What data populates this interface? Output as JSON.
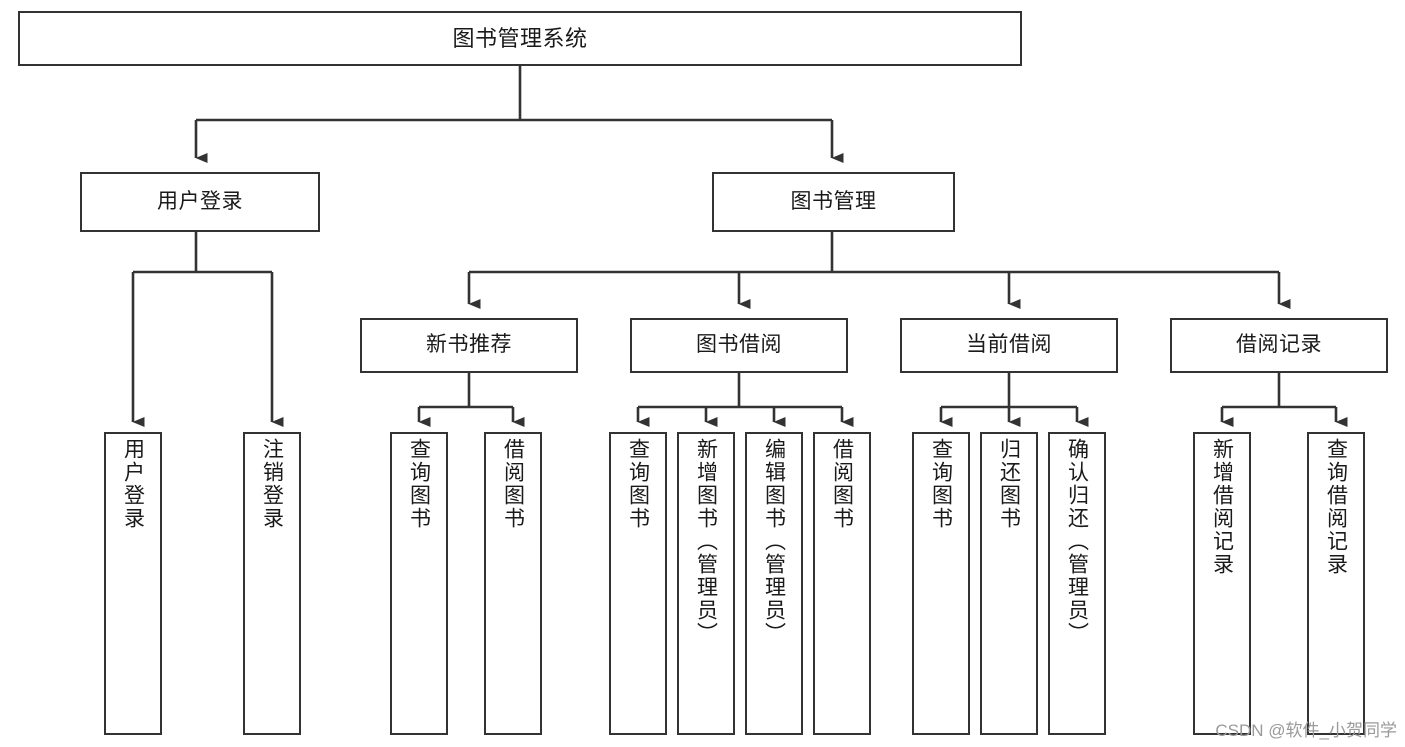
{
  "diagram": {
    "title": "图书管理系统",
    "type": "hierarchy-tree",
    "colors": {
      "box_border": "#333333",
      "box_fill": "#ffffff",
      "connector": "#333333",
      "text": "#1a1a1a",
      "watermark": "#9a9a9a",
      "background": "#ffffff"
    }
  },
  "watermark": {
    "text": "CSDN @软件_小贺同学"
  },
  "nodes": {
    "root": {
      "label": "图书管理系统"
    },
    "level2": [
      {
        "id": "user-login",
        "label": "用户登录"
      },
      {
        "id": "book-manage",
        "label": "图书管理"
      }
    ],
    "level3": [
      {
        "id": "new-book-recommend",
        "label": "新书推荐"
      },
      {
        "id": "book-borrow",
        "label": "图书借阅"
      },
      {
        "id": "current-borrow",
        "label": "当前借阅"
      },
      {
        "id": "borrow-record",
        "label": "借阅记录"
      }
    ],
    "leaves": {
      "user_login": [
        {
          "id": "leaf-user-login",
          "label": "用户登录"
        },
        {
          "id": "leaf-logout-login",
          "label": "注销登录"
        }
      ],
      "new_book_recommend": [
        {
          "id": "leaf-query-book-1",
          "label": "查询图书"
        },
        {
          "id": "leaf-borrow-book-1",
          "label": "借阅图书"
        }
      ],
      "book_borrow": [
        {
          "id": "leaf-query-book-2",
          "label": "查询图书"
        },
        {
          "id": "leaf-add-book",
          "label": "新增图书（管理员）"
        },
        {
          "id": "leaf-edit-book",
          "label": "编辑图书（管理员）"
        },
        {
          "id": "leaf-borrow-book-2",
          "label": "借阅图书"
        }
      ],
      "current_borrow": [
        {
          "id": "leaf-query-book-3",
          "label": "查询图书"
        },
        {
          "id": "leaf-return-book",
          "label": "归还图书"
        },
        {
          "id": "leaf-confirm-return",
          "label": "确认归还（管理员）"
        }
      ],
      "borrow_record": [
        {
          "id": "leaf-add-borrow-record",
          "label": "新增借阅记录"
        },
        {
          "id": "leaf-query-borrow-record",
          "label": "查询借阅记录"
        }
      ]
    }
  }
}
